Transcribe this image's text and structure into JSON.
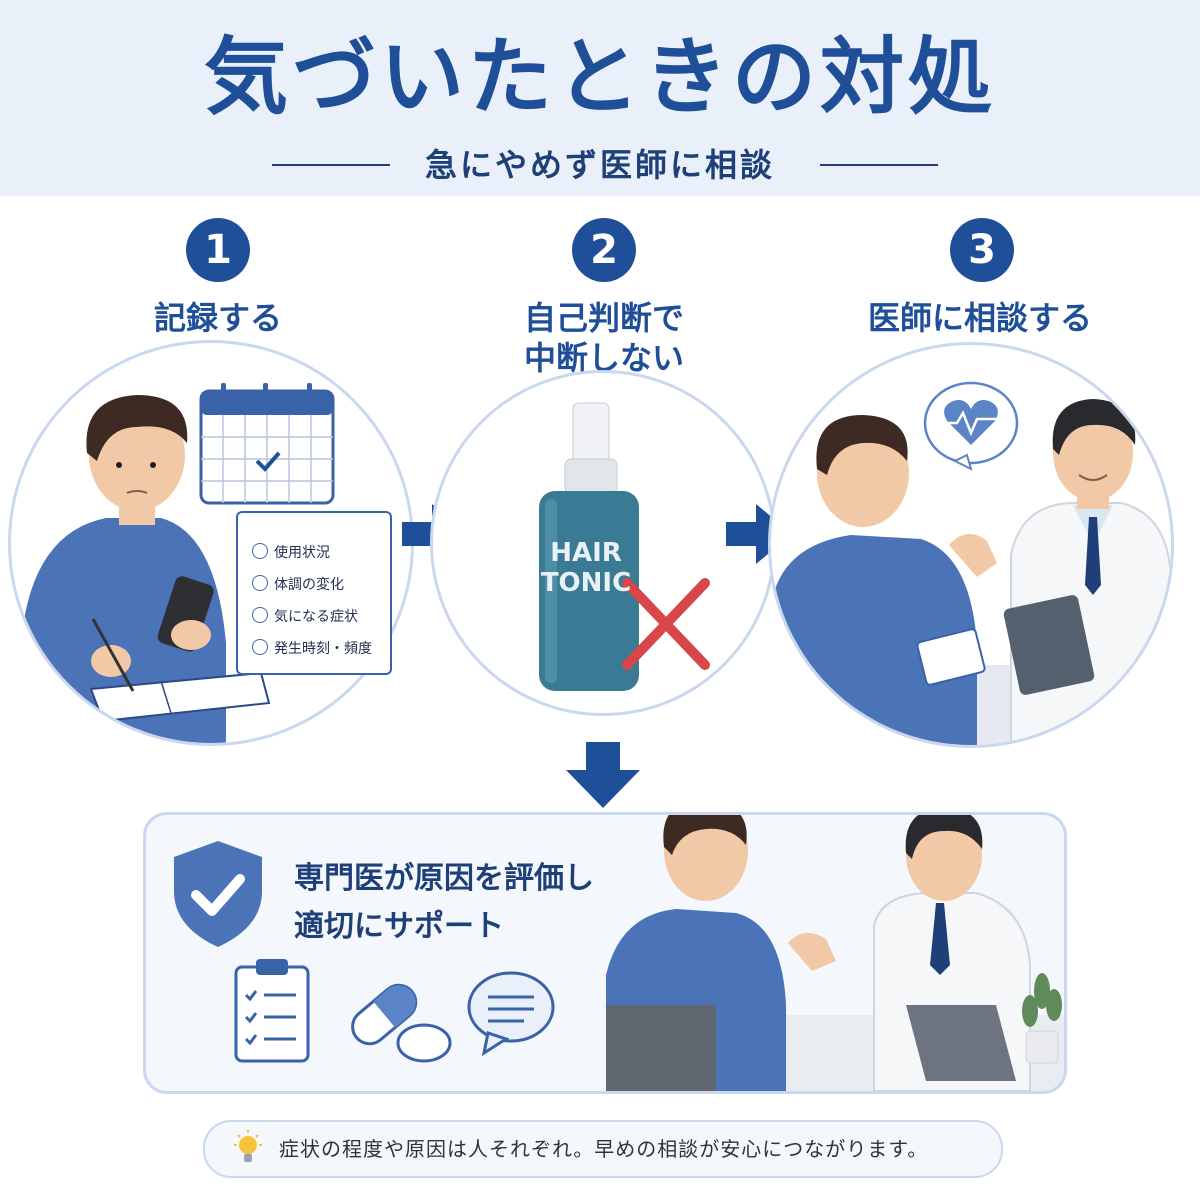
{
  "header": {
    "title": "気づいたときの対処",
    "subtitle": "急にやめず医師に相談"
  },
  "steps": [
    {
      "number": "1",
      "label": "記録する"
    },
    {
      "number": "2",
      "label_line1": "自己判断で",
      "label_line2": "中断しない"
    },
    {
      "number": "3",
      "label": "医師に相談する"
    }
  ],
  "checklist": {
    "items": [
      "使用状況",
      "体調の変化",
      "気になる症状",
      "発生時刻・頻度"
    ]
  },
  "bottle": {
    "line1": "HAIR",
    "line2": "TONIC"
  },
  "result_panel": {
    "line1": "専門医が原因を評価し",
    "line2": "適切にサポート"
  },
  "tip": {
    "text": "症状の程度や原因は人それぞれ。早めの相談が安心につながります。"
  },
  "colors": {
    "primary": "#1e4f98",
    "accent_light": "#c9d8ee",
    "shirt": "#4a73b8",
    "cross": "#d8464a",
    "bottle": "#3b7a94"
  },
  "icons": [
    "calendar-icon",
    "checklist-icon",
    "smartphone-icon",
    "heart-pulse-icon",
    "shield-check-icon",
    "clipboard-icon",
    "pill-icon",
    "chat-bubble-icon",
    "lightbulb-icon",
    "arrow-right-icon",
    "arrow-down-icon",
    "cross-icon"
  ]
}
